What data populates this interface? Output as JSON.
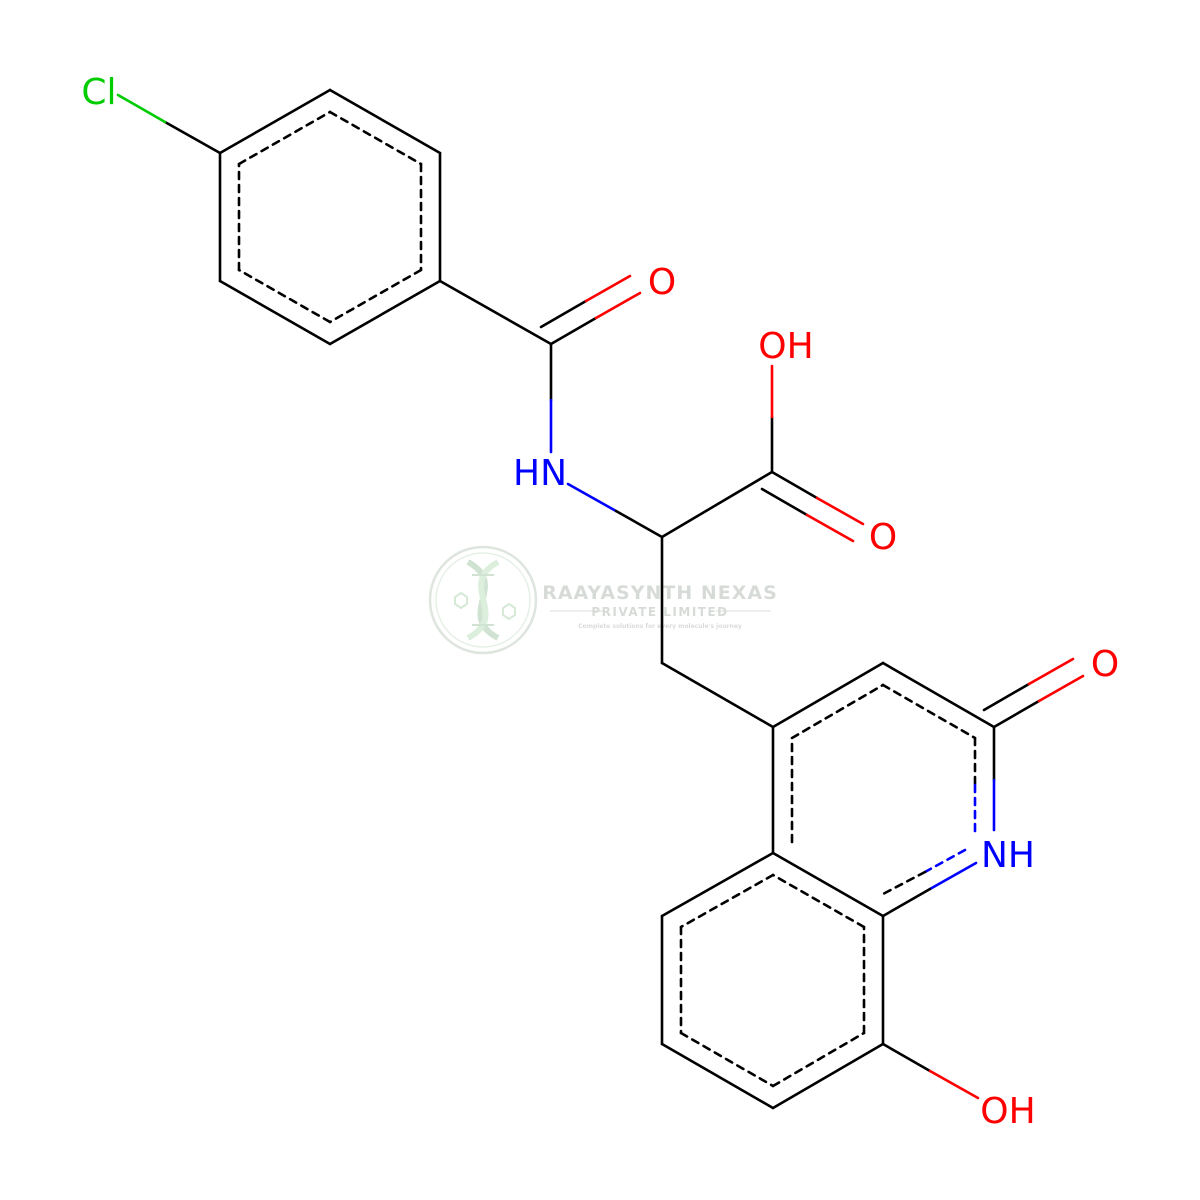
{
  "structure": {
    "atom_labels": {
      "cl": "Cl",
      "o_amide": "O",
      "nh_amide": "HN",
      "oh_acid": "OH",
      "o_acid": "O",
      "o_lactam": "O",
      "nh_ring": "NH",
      "oh_phenol": "OH"
    },
    "colors": {
      "bond": "#000000",
      "chlorine": "#00cc00",
      "oxygen": "#ff0000",
      "nitrogen": "#0000ff"
    }
  },
  "watermark": {
    "company": "RAAYASYNTH NEXAS",
    "subtitle": "PRIVATE LIMITED",
    "tagline": "Complete solutions for every molecule's journey",
    "color": "#7f8c7f"
  }
}
